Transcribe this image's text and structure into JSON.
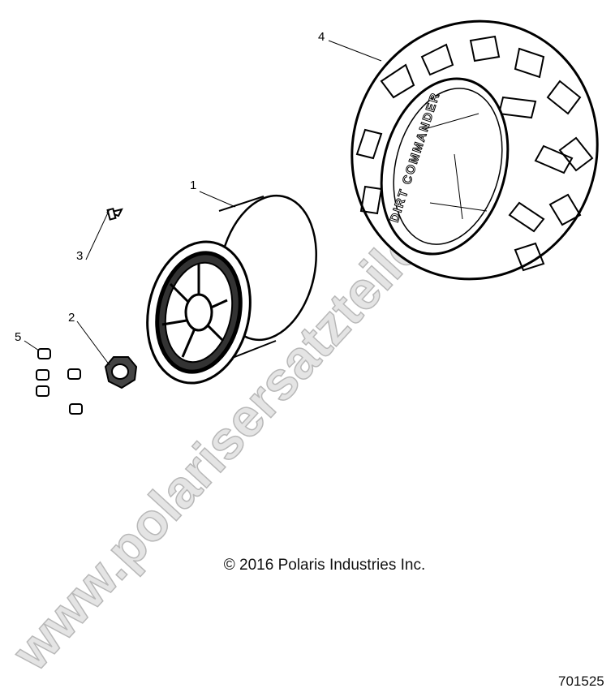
{
  "callouts": [
    {
      "number": "1",
      "part": "wheel"
    },
    {
      "number": "2",
      "part": "center-cap"
    },
    {
      "number": "3",
      "part": "valve-stem"
    },
    {
      "number": "4",
      "part": "tire"
    },
    {
      "number": "5",
      "part": "lug-nut"
    }
  ],
  "tire_sidewall_text": "DIRT COMMANDER",
  "copyright": "© 2016 Polaris Industries Inc.",
  "diagram_number": "701525",
  "watermark": "www.polarisersatzteile.de"
}
